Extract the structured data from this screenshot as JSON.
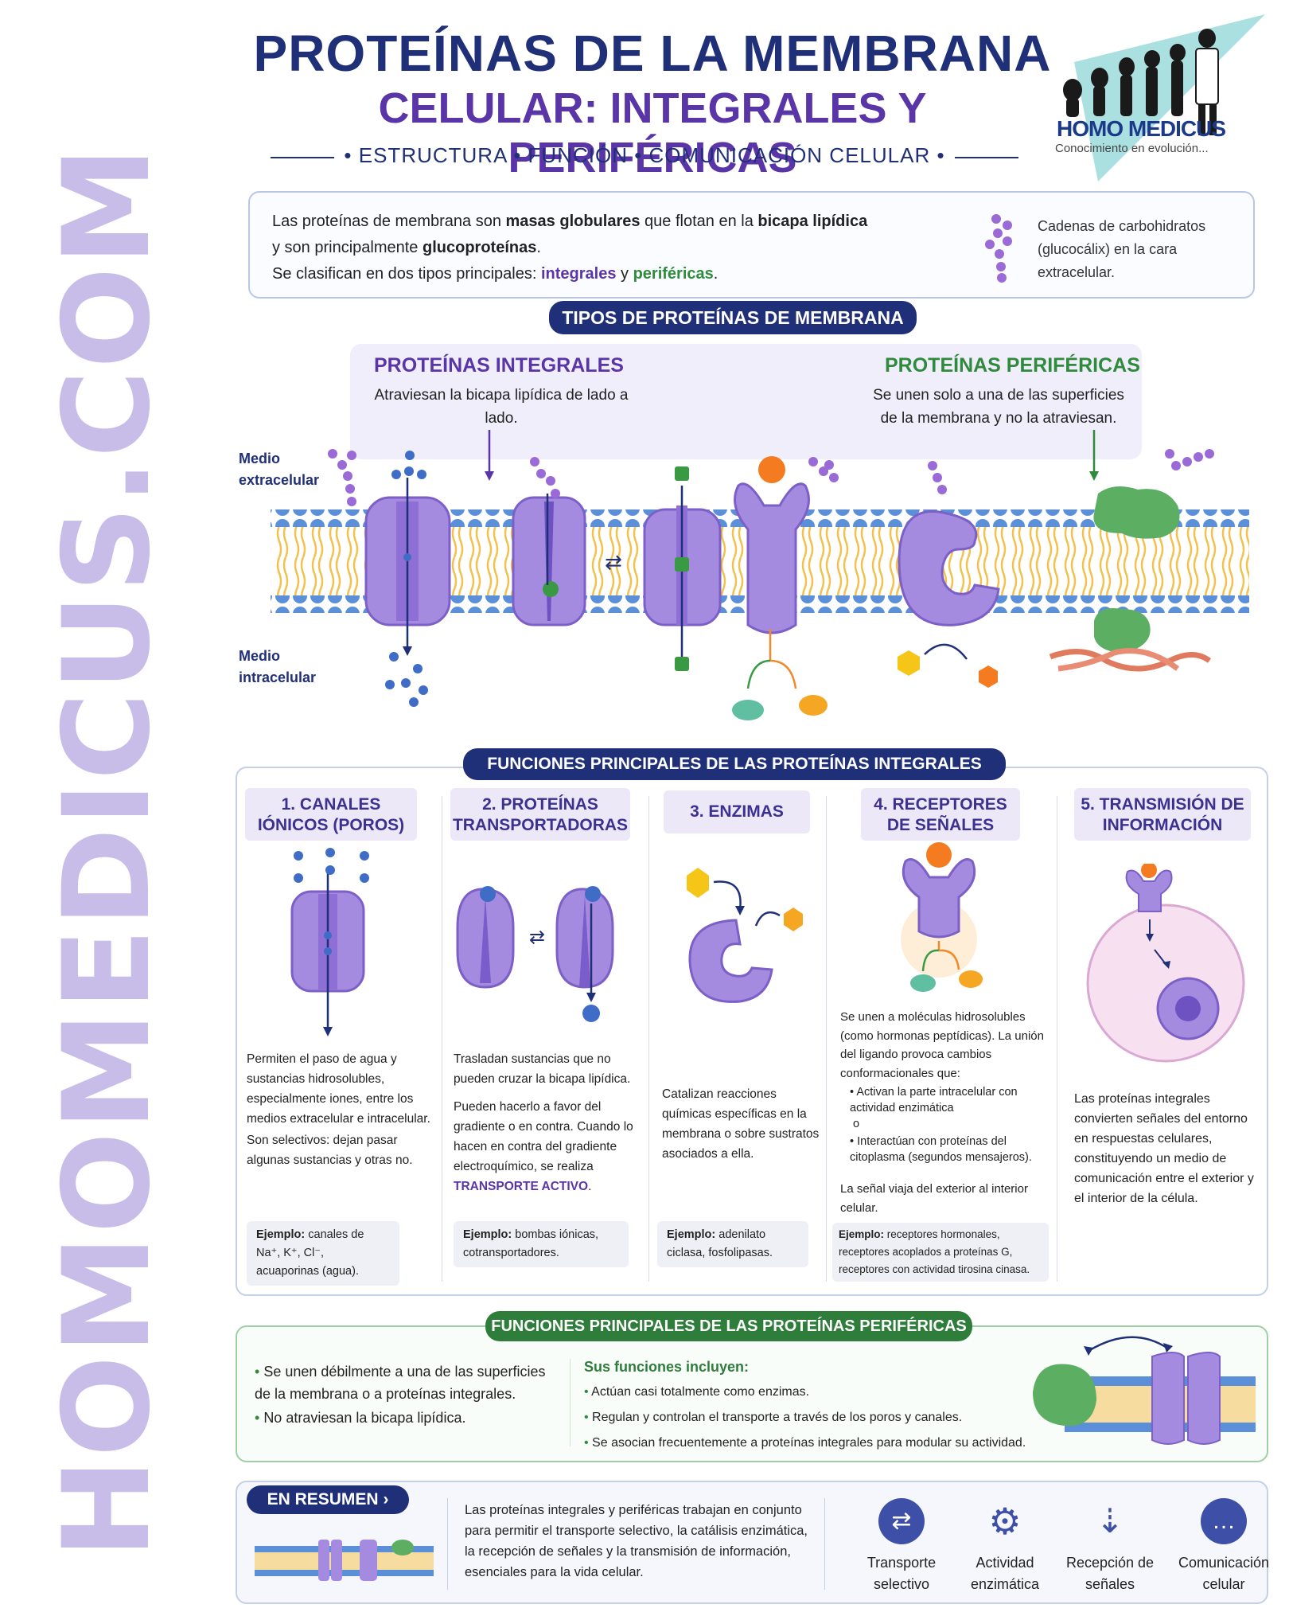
{
  "watermark": "HOMOMEDICUS.COM",
  "header": {
    "title_line1": "PROTEÍNAS DE LA MEMBRANA",
    "title_line2": "CELULAR: INTEGRALES Y PERIFÉRICAS",
    "subtitle": "• ESTRUCTURA • FUNCIÓN • COMUNICACIÓN CELULAR •"
  },
  "logo": {
    "name": "HOMO MEDICUS",
    "tagline": "Conocimiento en evolución..."
  },
  "intro": {
    "l1a": "Las proteínas de membrana son ",
    "l1b": "masas globulares",
    "l1c": " que flotan en la ",
    "l1d": "bicapa lipídica",
    "l2a": "y son principalmente ",
    "l2b": "glucoproteínas",
    ".l2c": ".",
    "l3a": "Se clasifican en dos tipos principales: ",
    "l3b": "integrales",
    "l3c": " y ",
    "l3d": "periféricas",
    "l3e": ".",
    "glyco": "Cadenas de carbohidratos (glucocálix) en la cara extracelular."
  },
  "types": {
    "banner": "TIPOS DE PROTEÍNAS DE MEMBRANA",
    "integral_title": "PROTEÍNAS INTEGRALES",
    "integral_desc": "Atraviesan la bicapa lipídica de lado a lado.",
    "peripheral_title": "PROTEÍNAS PERIFÉRICAS",
    "peripheral_desc": "Se unen solo a una de las superficies de la membrana y no la atraviesan.",
    "extra": "Medio extracelular",
    "intra": "Medio intracelular"
  },
  "integral_functions": {
    "banner": "FUNCIONES PRINCIPALES DE LAS PROTEÍNAS INTEGRALES",
    "columns": [
      {
        "head": "1. CANALES IÓNICOS (POROS)",
        "p1": "Permiten el paso de agua y sustancias hidrosolubles, especialmente iones, entre los medios extracelular e intracelular.",
        "p2": "Son selectivos: dejan pasar algunas sustancias y otras no.",
        "ex_label": "Ejemplo:",
        "ex": " canales de Na⁺, K⁺, Cl⁻, acuaporinas (agua)."
      },
      {
        "head": "2. PROTEÍNAS TRANSPORTADORAS",
        "p1": "Trasladan sustancias que no pueden cruzar la bicapa lipídica.",
        "p2": "Pueden hacerlo a favor del gradiente o en contra. Cuando lo hacen en contra del gradiente electroquímico, se realiza ",
        "p2b": "TRANSPORTE ACTIVO",
        "p2c": ".",
        "ex_label": "Ejemplo:",
        "ex": " bombas iónicas, cotransportadores."
      },
      {
        "head": "3. ENZIMAS",
        "p1": "Catalizan reacciones químicas específicas en la membrana o sobre sustratos asociados a ella.",
        "ex_label": "Ejemplo:",
        "ex": " adenilato ciclasa, fosfolipasas."
      },
      {
        "head": "4. RECEPTORES DE SEÑALES",
        "p1": "Se unen a moléculas hidrosolubles (como hormonas peptídicas). La unión del ligando provoca cambios conformacionales que:",
        "b1": "Activan la parte intracelular con actividad enzimática",
        "o": "o",
        "b2": "Interactúan con proteínas del citoplasma (segundos mensajeros).",
        "p2": "La señal viaja del exterior al interior celular.",
        "ex_label": "Ejemplo:",
        "ex": " receptores hormonales, receptores acoplados a proteínas G, receptores con actividad tirosina cinasa."
      },
      {
        "head": "5. TRANSMISIÓN DE INFORMACIÓN",
        "p1": "Las proteínas integrales convierten señales del entorno en respuestas celulares, constituyendo un medio de comunicación entre el exterior y el interior de la célula."
      }
    ]
  },
  "peripheral_functions": {
    "banner": "FUNCIONES PRINCIPALES DE LAS PROTEÍNAS PERIFÉRICAS",
    "left": [
      "Se unen débilmente a una de las superficies de la membrana o a proteínas integrales.",
      "No atraviesan la bicapa lipídica."
    ],
    "heading": "Sus funciones incluyen:",
    "right": [
      "Actúan casi totalmente como enzimas.",
      "Regulan y controlan el transporte a través de los poros y canales.",
      "Se asocian frecuentemente a proteínas integrales para modular su actividad."
    ]
  },
  "summary": {
    "label": "EN RESUMEN",
    "text": "Las proteínas integrales y periféricas trabajan en conjunto para permitir el transporte selectivo, la catálisis enzimática, la recepción de señales y la transmisión de información, esenciales para la vida celular.",
    "items": [
      {
        "icon": "arrows-exchange-icon",
        "glyph": "⇄",
        "label": "Transporte selectivo"
      },
      {
        "icon": "gear-icon",
        "glyph": "⚙",
        "label": "Actividad enzimática"
      },
      {
        "icon": "signal-antenna-icon",
        "glyph": "⇣",
        "label": "Recepción de señales"
      },
      {
        "icon": "chat-bubble-icon",
        "glyph": "…",
        "label": "Comunicación celular"
      }
    ]
  },
  "colors": {
    "navy": "#1f2f78",
    "purple": "#5a35a8",
    "green": "#2e7d3a",
    "protein": "#a58be0",
    "lipid": "#f2c14e",
    "head": "#5b8fd8"
  }
}
